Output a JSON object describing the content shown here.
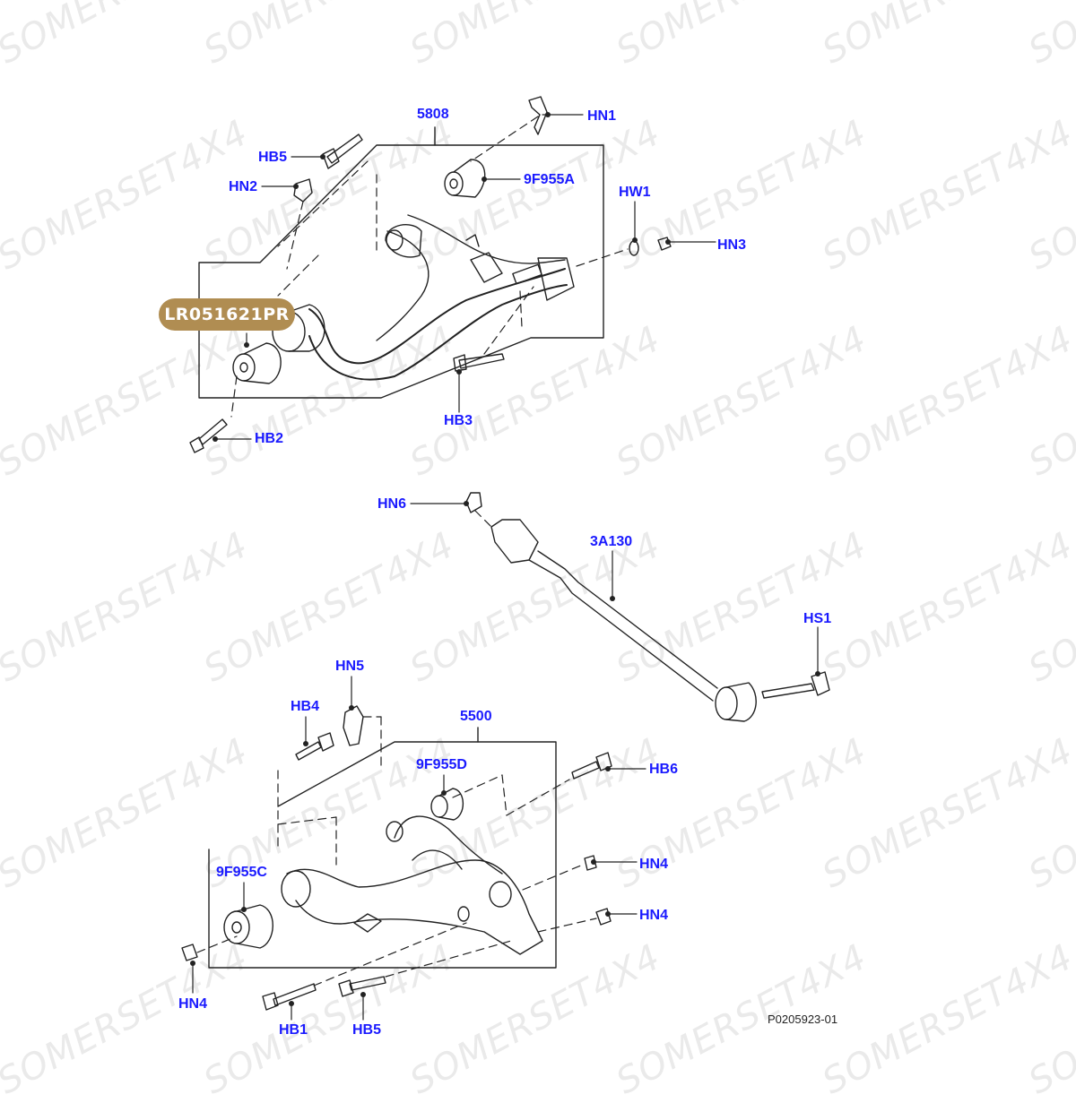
{
  "watermark": "SOMERSET4X4",
  "badge": "LR051621PR",
  "drawing_ref": "P0205923-01",
  "labels": {
    "hn1": "HN1",
    "n5808": "5808",
    "hb5_top": "HB5",
    "n9f955a": "9F955A",
    "hn2": "HN2",
    "hw1": "HW1",
    "hn3": "HN3",
    "hb3": "HB3",
    "hb2": "HB2",
    "hn6": "HN6",
    "n3a130": "3A130",
    "hs1": "HS1",
    "hn5": "HN5",
    "hb4": "HB4",
    "n5500": "5500",
    "n9f955d": "9F955D",
    "hb6": "HB6",
    "hn4_a": "HN4",
    "n9f955c": "9F955C",
    "hn4_b": "HN4",
    "hn4_c": "HN4",
    "hb1": "HB1",
    "hb5_bottom": "HB5"
  },
  "colors": {
    "label": "#1a1aff",
    "badge": "#b08d52",
    "line": "#222222"
  }
}
